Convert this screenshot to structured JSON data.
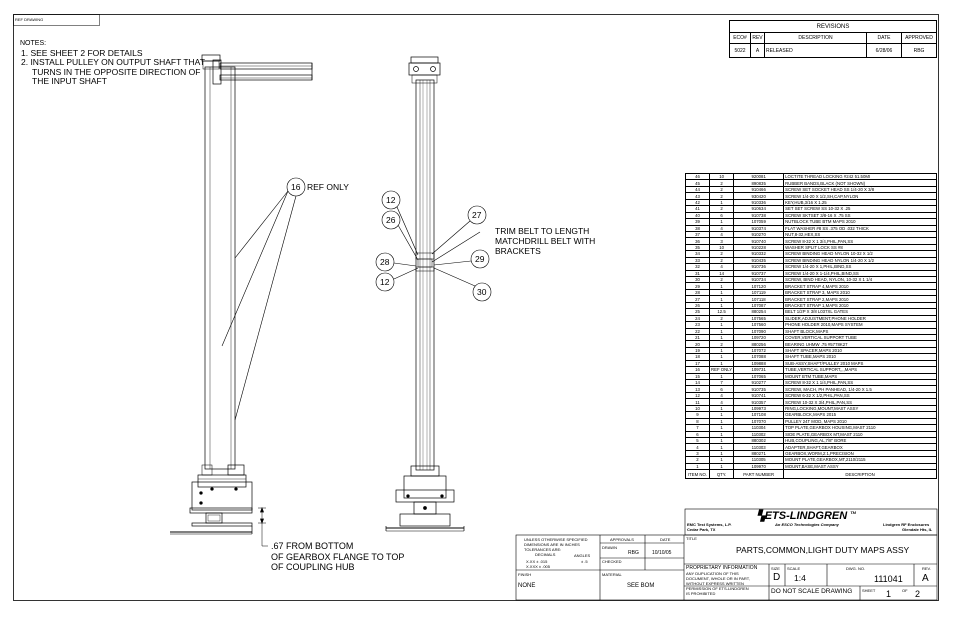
{
  "corner_label": "REF DRAWING",
  "notes": {
    "heading": "NOTES:",
    "lines": [
      "1. SEE SHEET 2 FOR DETAILS",
      "2. INSTALL PULLEY ON OUTPUT SHAFT THAT",
      "TURNS IN THE OPPOSITE DIRECTION OF",
      "THE INPUT SHAFT"
    ]
  },
  "revisions": {
    "title": "REVISIONS",
    "headers": [
      "ECO#",
      "REV",
      "DESCRIPTION",
      "DATE",
      "APPROVED"
    ],
    "rows": [
      [
        "5022",
        "A",
        "RELEASED",
        "6/28/06",
        "RBG"
      ]
    ]
  },
  "callouts": {
    "b16": "16",
    "ref_only": "REF ONLY",
    "b12a": "12",
    "b26": "26",
    "b27": "27",
    "b28": "28",
    "b12b": "12",
    "b29": "29",
    "b30": "30",
    "trim_lines": [
      "TRIM BELT TO LENGTH",
      "MATCHDRILL BELT WITH",
      "BRACKETS"
    ],
    "dim_lines": [
      ".67 FROM BOTTOM",
      "OF GEARBOX FLANGE TO TOP",
      "OF COUPLING HUB"
    ]
  },
  "bom": {
    "rows": [
      [
        "46",
        "10",
        "920081",
        "LOCTITE THREAD LOCKING #242 51.50MI"
      ],
      [
        "45",
        "2",
        "890835",
        "RUBBER BANDS,BLACK (NOT SHOWN)"
      ],
      [
        "44",
        "2",
        "910466",
        "SCREW SET SOCKET HEAD SS 1/4-20 X 3/8"
      ],
      [
        "43",
        "2",
        "930420",
        "SCREW 1/4-20 X 1/2,SH,CAP,NYLON"
      ],
      [
        "42",
        "1",
        "910336",
        "KEY,HUB,3/16 X 1.25"
      ],
      [
        "41",
        "2",
        "910634",
        "SET SET SCREW SS 10-32 X .25"
      ],
      [
        "40",
        "6",
        "910738",
        "SCREW SKTSET 3/8-16 X .75 SS"
      ],
      [
        "39",
        "1",
        "107059",
        "NUTBLOCK TUBE BTM MAPS 2010"
      ],
      [
        "38",
        "4",
        "910374",
        "FLAT WASHER #8 SS .375 OD .032 THICK"
      ],
      [
        "37",
        "4",
        "910270",
        "NUT,8-32,HEX,SS"
      ],
      [
        "36",
        "3",
        "910740",
        "SCREW 8-32 X 1 3/4,PHIL,PAN,SS"
      ],
      [
        "35",
        "10",
        "910228",
        "WASHER SPLIT LOCK SS #8"
      ],
      [
        "34",
        "2",
        "910332",
        "SCREW BINDING HEAD NYLON 10-32 X 1/2"
      ],
      [
        "33",
        "2",
        "910435",
        "SCREW BINDING HEAD NYLON 1/4-20 X 1/2"
      ],
      [
        "32",
        "4",
        "910736",
        "SCREW 1/4-20 X 1,PHIL,BIND,SS"
      ],
      [
        "31",
        "14",
        "910737",
        "SCREW 1/4-20 X 1-1/4,PHIL,BIND,SS"
      ],
      [
        "30",
        "2",
        "910734",
        "SCREW, BIND HEAD, NYLON, 10-32 X 1 1/4"
      ],
      [
        "29",
        "1",
        "107120",
        "BRACKET STRAP 4,MAPS 2010"
      ],
      [
        "28",
        "1",
        "107119",
        "BRACKET STRAP 3, MAPS 2010"
      ],
      [
        "27",
        "1",
        "107118",
        "BRACKET STRAP 2,MAPS 2010"
      ],
      [
        "26",
        "1",
        "107087",
        "BRACKET STRAP 1,MAPS 2010"
      ],
      [
        "25",
        "12.5",
        "880254",
        "BELT 1/2P X 3/8 L037XL GATES"
      ],
      [
        "24",
        "2",
        "107565",
        "SLIDER,ADJUSTMENT,PHONE HOLDER"
      ],
      [
        "23",
        "1",
        "107560",
        "PHONE HOLDER 2010,MAPS SYSTEM"
      ],
      [
        "22",
        "1",
        "107090",
        "SHAFT BLOCK,MAPS"
      ],
      [
        "21",
        "1",
        "109720",
        "COVER,VERTICAL SUPPORT TUBE"
      ],
      [
        "20",
        "2",
        "880256",
        "BEARING UHMW .75 #5778K27"
      ],
      [
        "19",
        "1",
        "107072",
        "SHAFT SPACER,MAPS 2010"
      ],
      [
        "18",
        "1",
        "107088",
        "SHAFT TUBE,MAPS 2010"
      ],
      [
        "17",
        "1",
        "109888",
        "SUB-ASSY,SHAFT/PULLEY 2010 MAPS"
      ],
      [
        "16",
        "REF ONLY",
        "109731",
        "TUBE,VERTICAL SUPPORT,,,,MAPS"
      ],
      [
        "15",
        "1",
        "107065",
        "MOUNT BTM TUBE,MAPS"
      ],
      [
        "14",
        "7",
        "910277",
        "SCREW 8-32 X 1 1/4,PHIL,PAN,SS"
      ],
      [
        "13",
        "6",
        "910735",
        "SCREW, MACH, PH PANHEAD, 1/4-20 X 1.5"
      ],
      [
        "12",
        "4",
        "910741",
        "SCREW 6-32 X 1/2,PHIL,PAN,SS"
      ],
      [
        "11",
        "4",
        "910357",
        "SCREW 10-32 X 3/4,PHIL,PAN,SS"
      ],
      [
        "10",
        "1",
        "109973",
        "RING,LOCKING,MOUNT,MAST ASSY"
      ],
      [
        "9",
        "1",
        "107108",
        "GEARBLOCK,MAPS 2015"
      ],
      [
        "8",
        "1",
        "107070",
        "PULLEY 24T MOD, MAPS 2010"
      ],
      [
        "7",
        "1",
        "110304",
        "TOP PLATE,GEARBOX HOUSING,MAST 2110"
      ],
      [
        "6",
        "1",
        "110302",
        "SIDE PLATE,GEARBOX MT,MAST 2110"
      ],
      [
        "5",
        "1",
        "880302",
        "HUB,COUPLING,AL,7/8\" BORE"
      ],
      [
        "4",
        "1",
        "110303",
        "ADAPTER,SHAFT,GEARBOX"
      ],
      [
        "3",
        "1",
        "880271",
        "GEARBOX,WORM,2:1,PRECISION"
      ],
      [
        "2",
        "1",
        "110305",
        "MOUNT PLATE,GEARBOX,MT,2110/2115"
      ],
      [
        "1",
        "1",
        "109970",
        "MOUNT,BASE,MAST ASSY"
      ]
    ],
    "header": [
      "ITEM NO.",
      "QTY.",
      "PART NUMBER",
      "DESCRIPTION"
    ]
  },
  "title_block": {
    "logo": "ETS-LINDGREN",
    "tm": "TM",
    "company_left": "EMC Test Systems, L.P.",
    "company_left2": "Cedar Park, TX",
    "company_mid": "An ESCO Technologies Company",
    "company_right": "Lindgren RF Enclosures",
    "company_right2": "Glendale Hts, IL",
    "title_label": "TITLE",
    "title": "PARTS,COMMON,LIGHT DUTY MAPS ASSY",
    "tol_lines": [
      "UNLESS OTHERWISE SPECIFIED",
      "DIMENSIONS ARE IN INCHES",
      "TOLERANCES ARE:"
    ],
    "tol_decimals": "DECIMALS",
    "tol_angles": "ANGLES",
    "tol_xxx": "X.XX ±  .015",
    "tol_xxxx": "X.XXX ±  .005",
    "tol_ang": "± .5",
    "approvals": "APPROVALS",
    "date_label": "DATE",
    "drawn": "DRAWN",
    "drawn_by": "RBG",
    "drawn_date": "10/10/05",
    "checked": "CHECKED",
    "finish": "FINISH",
    "finish_val": "NONE",
    "material": "MATERIAL",
    "material_val": "SEE BOM",
    "prop_lines": [
      "PROPRIETARY INFORMATION",
      "ANY DUPLICATION OF THIS",
      "DOCUMENT, WHOLE OR IN PART,",
      "WITHOUT EXPRESS WRITTEN",
      "PERMISSION OF ETS-LINDGREN",
      "IS PROHIBITED"
    ],
    "size_label": "SIZE",
    "size": "D",
    "scale_label": "SCALE",
    "scale": "1:4",
    "dwg_label": "DWG. NO.",
    "dwg_no": "111041",
    "rev_label": "REV.",
    "rev": "A",
    "no_scale": "DO NOT SCALE DRAWING",
    "sheet_label": "SHEET",
    "sheet": "1",
    "of_label": "OF",
    "sheets": "2"
  }
}
